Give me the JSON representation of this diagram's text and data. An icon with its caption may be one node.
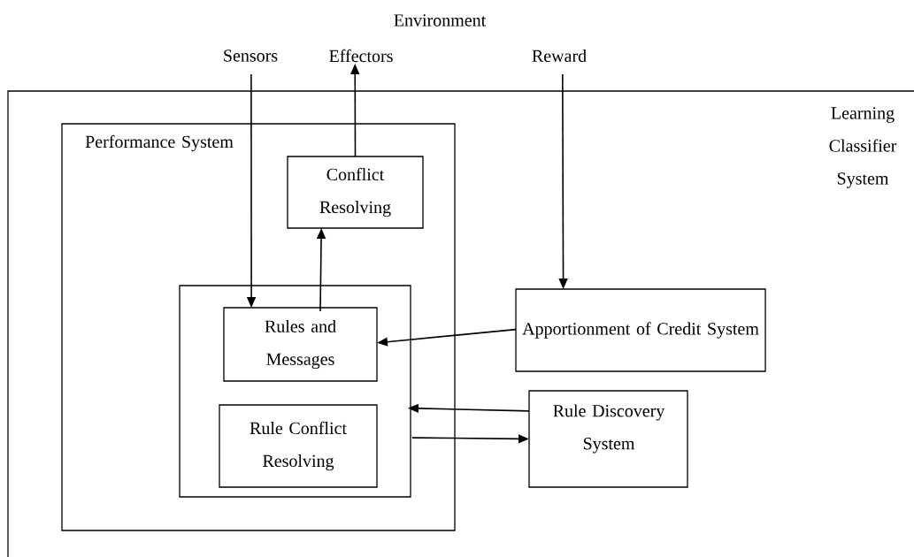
{
  "diagram": {
    "nodes": [
      {
        "text": [
          "Sensors"
        ]
      },
      {
        "text": [
          "Effectors"
        ]
      },
      {
        "text": [
          "Reward"
        ]
      },
      {
        "text": [
          "Learning Classifier System"
        ]
      },
      {
        "text": [
          "Performance System"
        ],
        "in": 3
      },
      {
        "text": [
          "Conflict Resolving"
        ],
        "in": 4
      },
      {
        "text": [],
        "shape": "box",
        "in": 4
      },
      {
        "text": [
          "Rules and Messages"
        ],
        "in": 6
      },
      {
        "text": [
          "Rule Conflict Resolving"
        ],
        "in": 6
      },
      {
        "text": [
          "Apportionment of Credit System"
        ],
        "in": 3
      },
      {
        "text": [
          "Rule Discovery System"
        ],
        "in": 3
      }
    ],
    "edges": [
      {
        "from": 0,
        "to": 7,
        "arrow": "to"
      },
      {
        "from": 5,
        "to": 1,
        "arrow": "to"
      },
      {
        "from": 2,
        "to": 9,
        "arrow": "to"
      },
      {
        "from": 7,
        "to": 5,
        "arrow": "to"
      },
      {
        "from": 9,
        "to": 7,
        "arrow": "to"
      },
      {
        "from": 10,
        "to": 6,
        "arrow": "to"
      },
      {
        "from": 6,
        "to": 10,
        "arrow": "to"
      }
    ],
    "labels": [
      "Environment"
    ]
  }
}
